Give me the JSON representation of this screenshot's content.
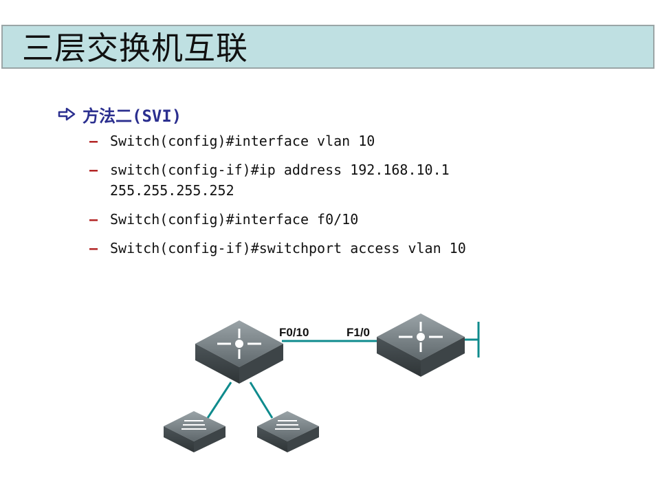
{
  "slide": {
    "title": "三层交换机互联",
    "bullet": {
      "icon": "arrow-right-icon",
      "text": "方法二(SVI)"
    },
    "sub_items": [
      {
        "text": "Switch(config)#interface vlan 10"
      },
      {
        "text": "switch(config-if)#ip address 192.168.10.1 255.255.255.252"
      },
      {
        "text": "Switch(config)#interface f0/10"
      },
      {
        "text": "Switch(config-if)#switchport access vlan 10"
      }
    ]
  },
  "diagram": {
    "port_left": "F0/10",
    "port_right": "F1/0",
    "devices": [
      {
        "name": "layer3-switch-left-icon"
      },
      {
        "name": "layer3-switch-right-icon"
      },
      {
        "name": "access-switch-1-icon"
      },
      {
        "name": "access-switch-2-icon"
      }
    ],
    "link_color": "#0f8b8d",
    "device_color": "#6b7478"
  }
}
